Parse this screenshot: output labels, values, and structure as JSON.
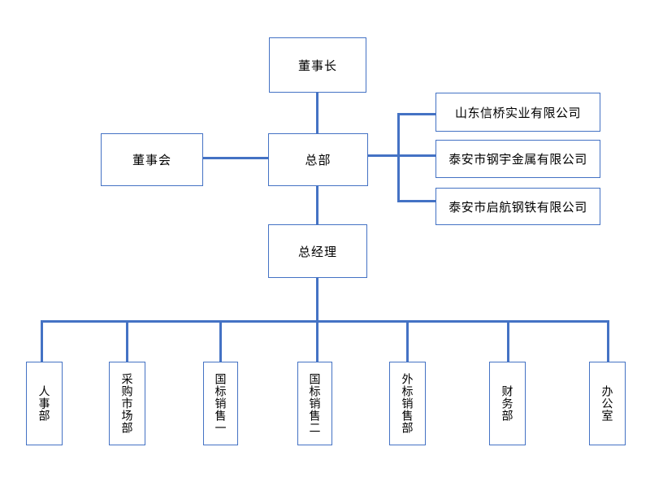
{
  "org_chart": {
    "colors": {
      "box_border": "#4472C4",
      "connector": "#4472C4",
      "text": "#000000",
      "background": "#FFFFFF"
    },
    "nodes": {
      "chairman": {
        "label": "董事长"
      },
      "board_of_directors": {
        "label": "董事会"
      },
      "headquarters": {
        "label": "总部"
      },
      "subsidiary_1": {
        "label": "山东信桥实业有限公司"
      },
      "subsidiary_2": {
        "label": "泰安市钢宇金属有限公司"
      },
      "subsidiary_3": {
        "label": "泰安市启航钢铁有限公司"
      },
      "general_manager": {
        "label": "总经理"
      },
      "dept_hr": {
        "label": "人事部"
      },
      "dept_procurement_market": {
        "label": "采购市场部"
      },
      "dept_national_sales_1": {
        "label": "国标销售一"
      },
      "dept_national_sales_2": {
        "label": "国标销售二"
      },
      "dept_external_sales": {
        "label": "外标销售部"
      },
      "dept_finance": {
        "label": "财务部"
      },
      "dept_office": {
        "label": "办公室"
      }
    }
  }
}
